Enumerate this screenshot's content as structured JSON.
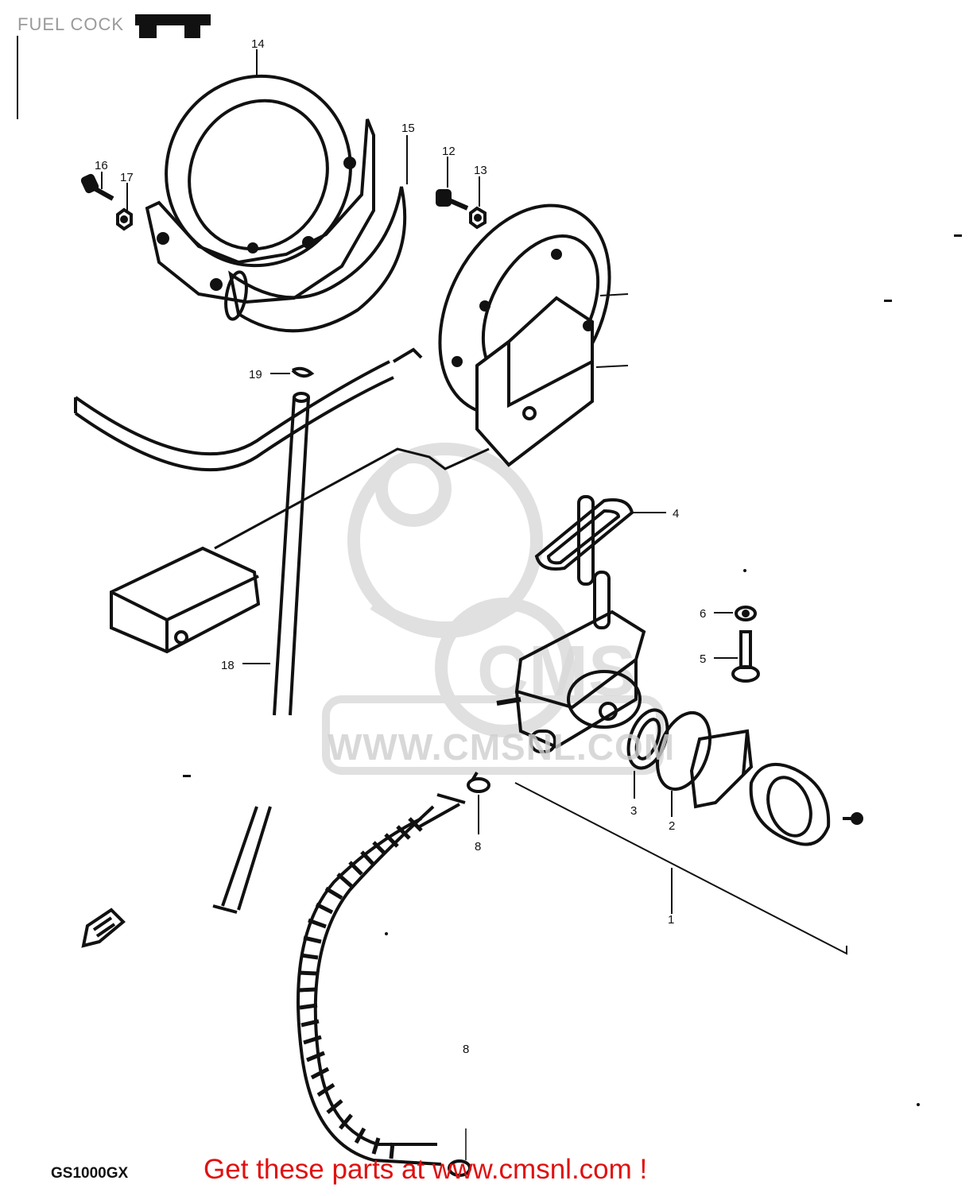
{
  "title": "FUEL COCK",
  "model": "GS1000GX",
  "footer_cta": "Get these parts at www.cmsnl.com !",
  "watermark": {
    "logo_text": "CMS",
    "url_text": "WWW.CMSNL.COM"
  },
  "callouts": [
    {
      "id": "c14",
      "label": "14"
    },
    {
      "id": "c15",
      "label": "15"
    },
    {
      "id": "c16",
      "label": "16"
    },
    {
      "id": "c17",
      "label": "17"
    },
    {
      "id": "c12",
      "label": "12"
    },
    {
      "id": "c13",
      "label": "13"
    },
    {
      "id": "c19",
      "label": "19"
    },
    {
      "id": "c4",
      "label": "4"
    },
    {
      "id": "c6",
      "label": "6"
    },
    {
      "id": "c5",
      "label": "5"
    },
    {
      "id": "c18",
      "label": "18"
    },
    {
      "id": "c3",
      "label": "3"
    },
    {
      "id": "c2",
      "label": "2"
    },
    {
      "id": "c8a",
      "label": "8"
    },
    {
      "id": "c8b",
      "label": "8"
    },
    {
      "id": "c1",
      "label": "1"
    }
  ],
  "colors": {
    "line": "#111111",
    "watermark": "#cfcfcf",
    "cta": "#e01010",
    "title": "#9a9a9a"
  }
}
